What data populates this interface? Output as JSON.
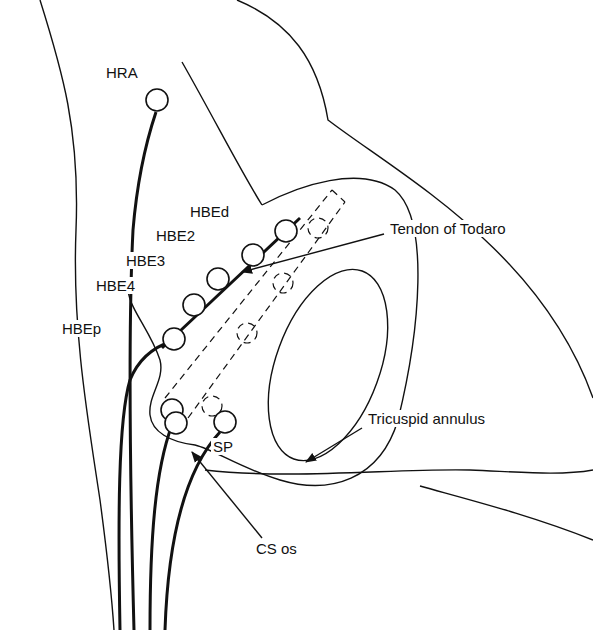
{
  "diagram": {
    "labels": [
      "HRA",
      "HBEd",
      "HBE2",
      "HBE3",
      "Tendon of Todaro",
      "HBE4",
      "HBEp",
      "Tricuspid annulus",
      "SP",
      "CS os"
    ]
  }
}
